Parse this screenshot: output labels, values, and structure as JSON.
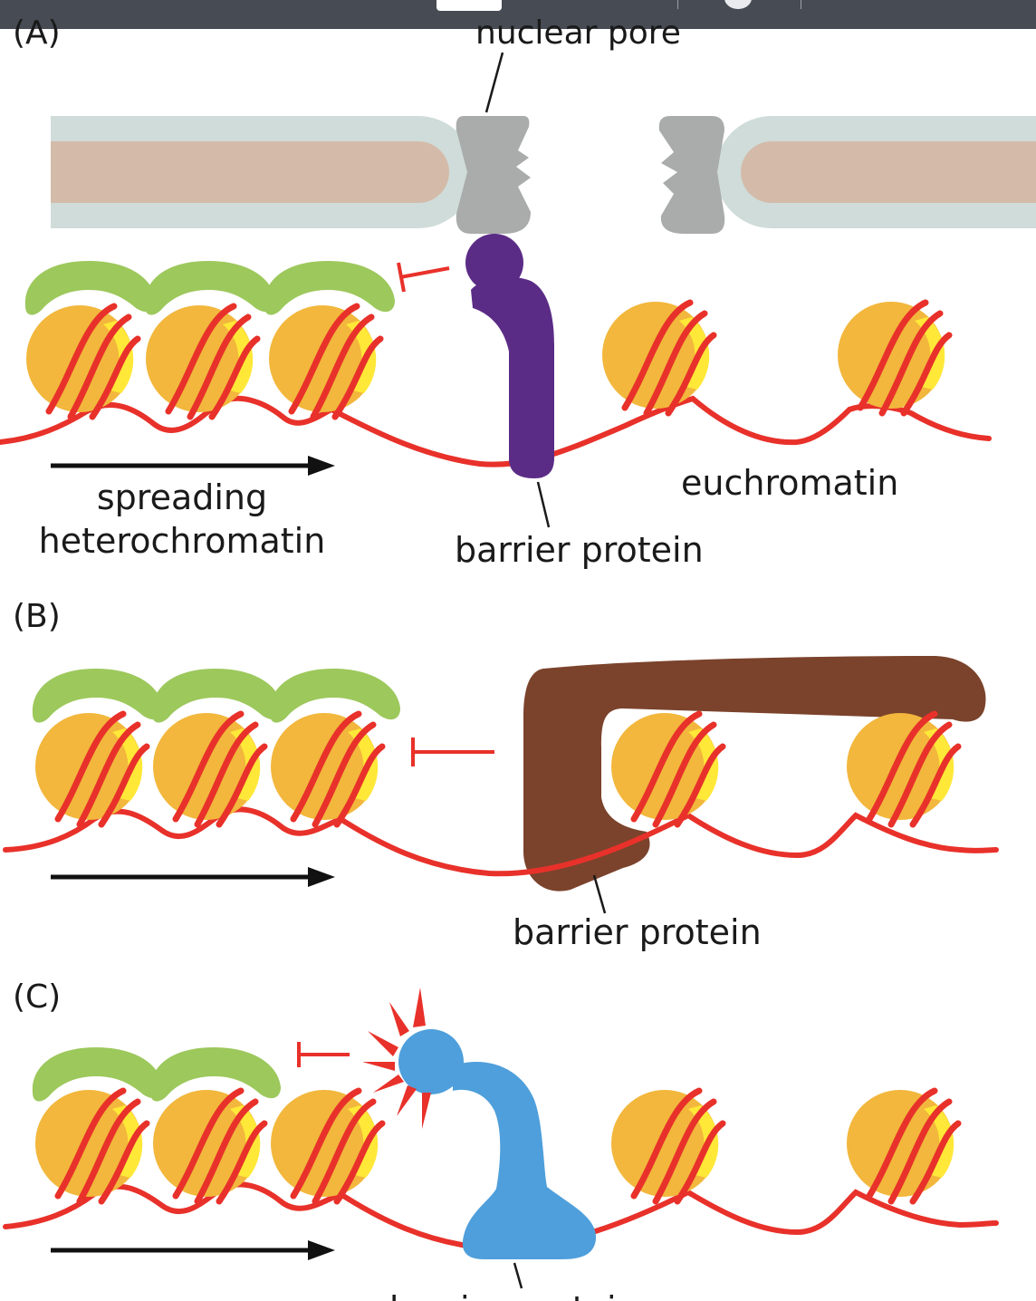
{
  "panels": {
    "a": {
      "panel_label": "(A)",
      "nuclear_pore_label": "nuclear pore",
      "spreading_label_line1": "spreading",
      "spreading_label_line2": "heterochromatin",
      "euchromatin_label": "euchromatin",
      "barrier_label": "barrier protein"
    },
    "b": {
      "panel_label": "(B)",
      "barrier_label": "barrier protein"
    },
    "c": {
      "panel_label": "(C)",
      "barrier_label": "barrier protein"
    }
  },
  "colors": {
    "dna": "#e8312a",
    "histone": "#f2b73c",
    "histone_highlight": "#ffe838",
    "heterochromatin_protein": "#9dc85c",
    "barrier_a": "#5b2c86",
    "barrier_b": "#7b432c",
    "barrier_c": "#4e9fdb",
    "pore": "#a9acab",
    "membrane_outer": "#cfdcd9",
    "membrane_inner": "#d4bba9",
    "arrow": "#111111"
  }
}
